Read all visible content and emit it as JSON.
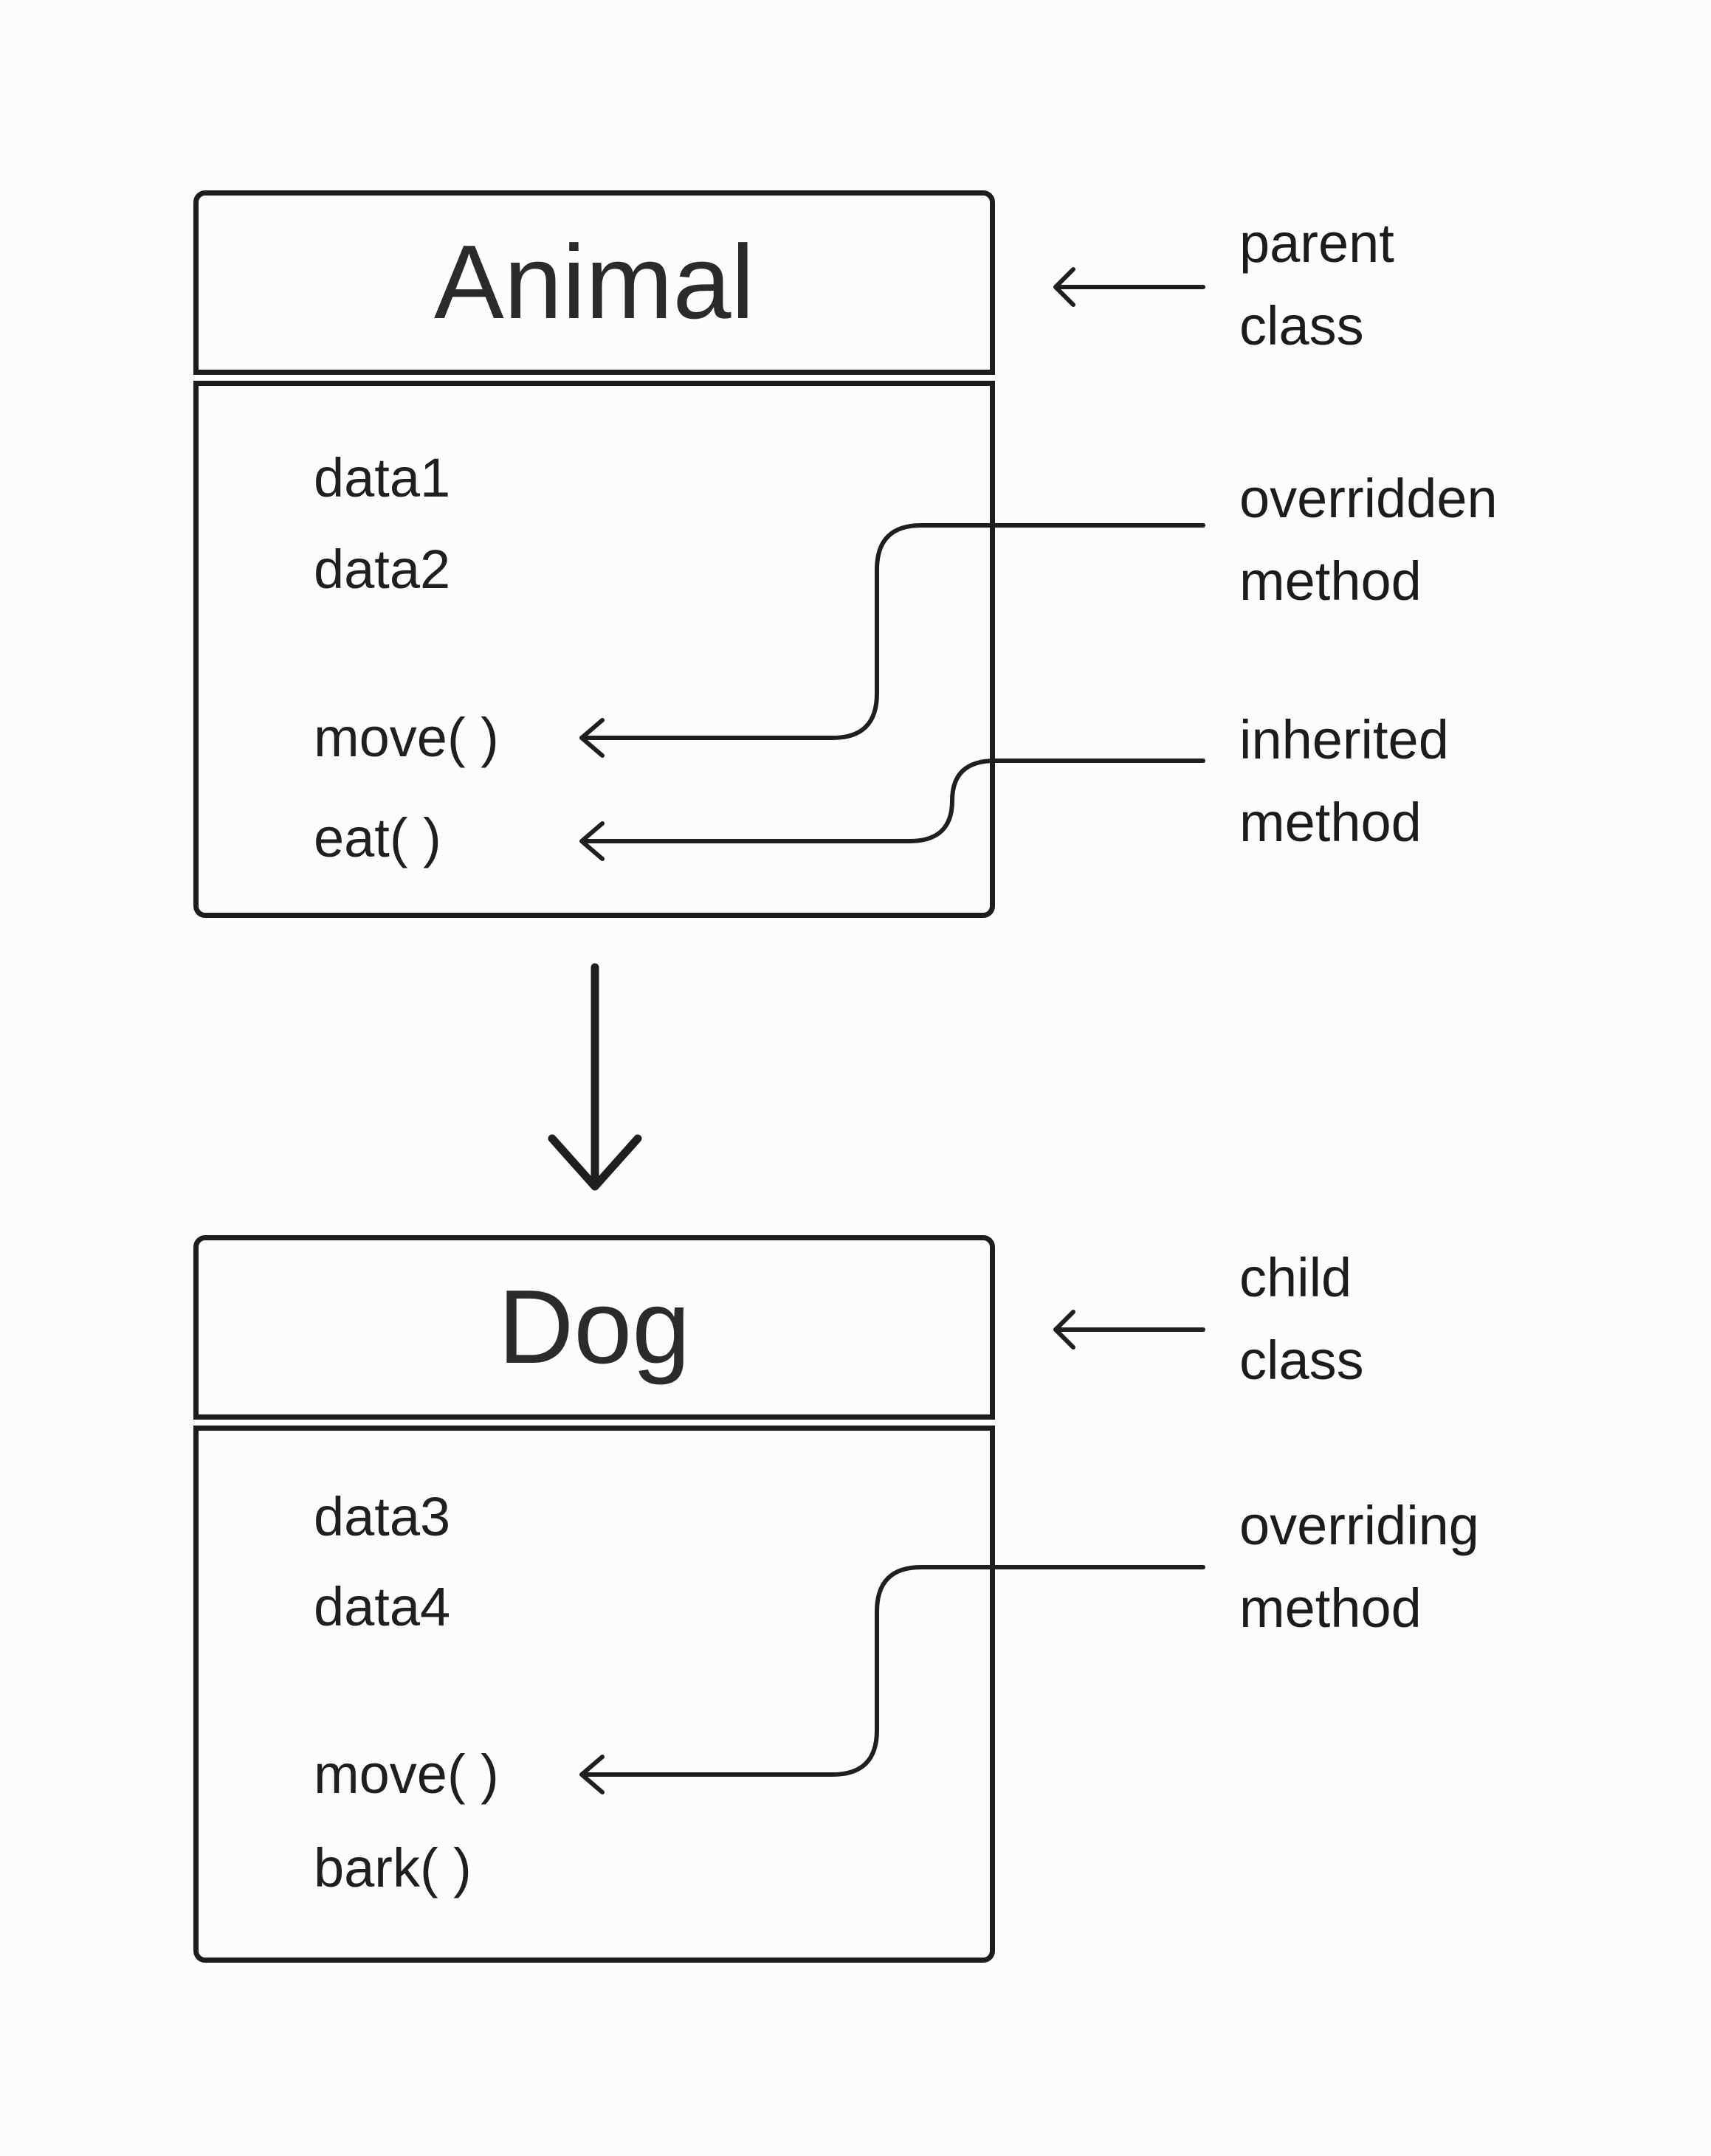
{
  "canvas": {
    "background": "#fcfcfc",
    "ink": "#1f1f1f"
  },
  "parent_class": {
    "title": "Animal",
    "fields": [
      "data1",
      "data2"
    ],
    "methods": [
      "move( )",
      "eat( )"
    ]
  },
  "child_class": {
    "title": "Dog",
    "fields": [
      "data3",
      "data4"
    ],
    "methods": [
      "move( )",
      "bark( )"
    ]
  },
  "annotations": {
    "parent_class_label": {
      "line1": "parent",
      "line2": "class"
    },
    "overridden_method_label": {
      "line1": "overridden",
      "line2": "method"
    },
    "inherited_method_label": {
      "line1": "inherited",
      "line2": "method"
    },
    "child_class_label": {
      "line1": "child",
      "line2": "class"
    },
    "overriding_method_label": {
      "line1": "overriding",
      "line2": "method"
    }
  },
  "icons": {
    "left_arrow": "←",
    "down_arrow": "↓"
  }
}
